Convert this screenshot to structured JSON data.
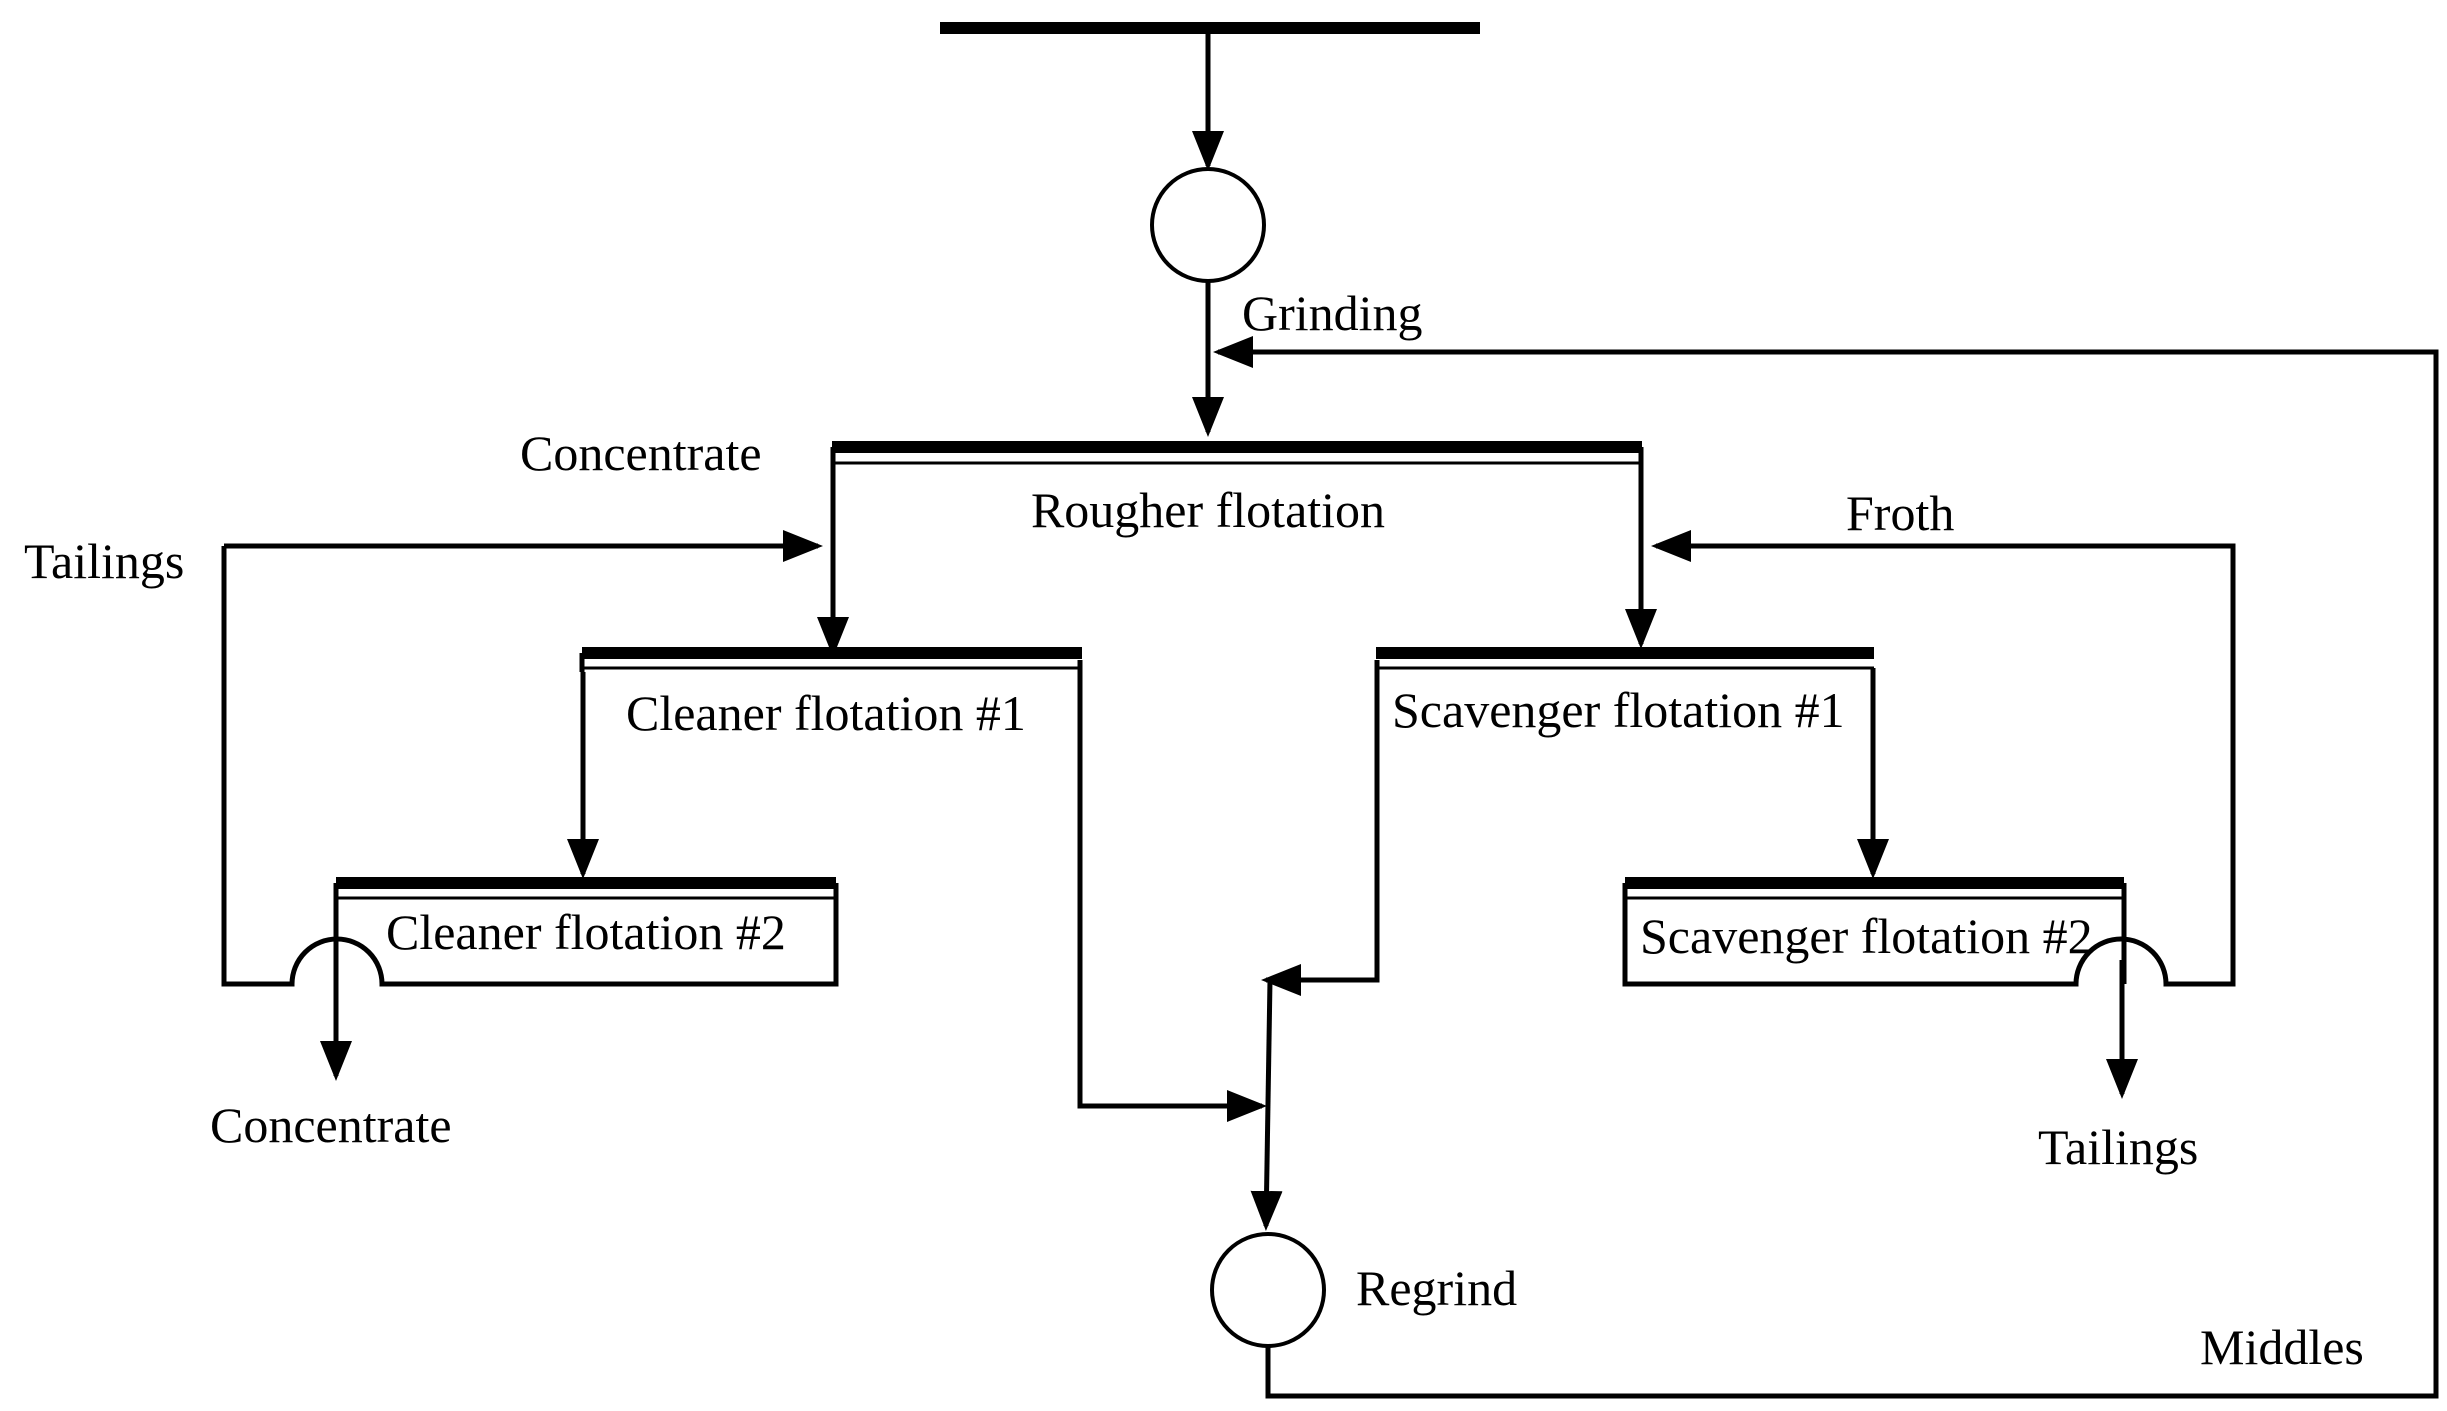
{
  "diagram": {
    "labels": {
      "grinding": "Grinding",
      "concentrate_top": "Concentrate",
      "rougher": "Rougher flotation",
      "tailings_left": "Tailings",
      "froth": "Froth",
      "cleaner1": "Cleaner flotation #1",
      "scavenger1": "Scavenger flotation #1",
      "cleaner2": "Cleaner flotation #2",
      "scavenger2": "Scavenger flotation #2",
      "concentrate_bottom": "Concentrate",
      "tailings_right": "Tailings",
      "regrind": "Regrind",
      "middles": "Middles"
    }
  }
}
